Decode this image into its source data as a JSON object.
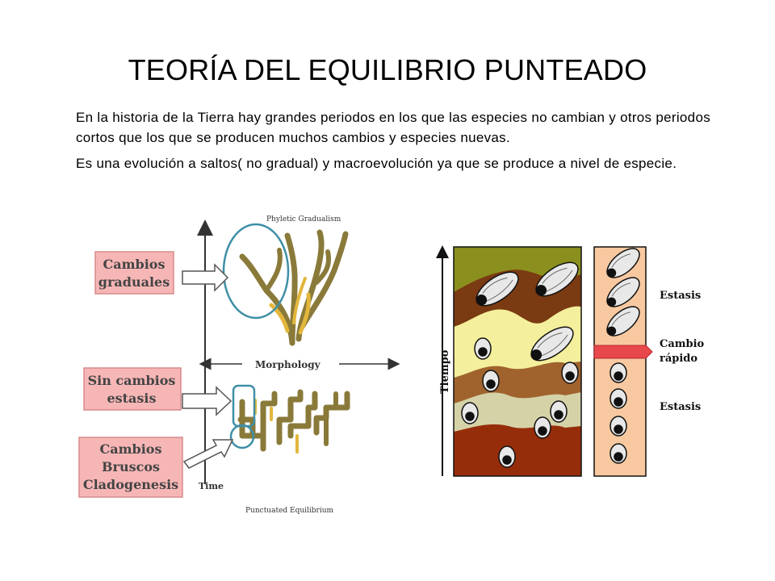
{
  "slide": {
    "title": "TEORÍA DEL EQUILIBRIO PUNTEADO",
    "paragraphs": [
      "En la historia de la Tierra hay grandes periodos en los que las especies no cambian y otros periodos cortos que los que se producen muchos cambios y especies nuevas.",
      "Es una evolución a saltos( no gradual) y macroevolución ya que se produce a nivel de especie."
    ]
  },
  "left_diagram": {
    "top_label": "Phyletic Gradualism",
    "bottom_label": "Punctuated Equilibrium",
    "axis_x_label": "Morphology",
    "axis_y_label": "Time",
    "boxes": [
      {
        "lines": [
          "Cambios",
          "graduales"
        ]
      },
      {
        "lines": [
          "Sin cambios",
          "estasis"
        ]
      },
      {
        "lines": [
          "Cambios",
          "Bruscos",
          "Cladogenesis"
        ]
      }
    ],
    "colors": {
      "box_fill": "#f7b6b6",
      "box_border": "#d98a8a",
      "branch": "#8a7a3a",
      "branch_highlight": "#e3b63c",
      "circle": "#3f8fa6"
    }
  },
  "right_diagram": {
    "axis_label": "Tiempo",
    "labels": {
      "stasis_top": "Estasis",
      "rapid_1": "Cambio",
      "rapid_2": "rápido",
      "stasis_bottom": "Estasis"
    },
    "colors": {
      "layer1": "#8b8f1e",
      "layer2": "#7a3a12",
      "layer3": "#f4ef9c",
      "layer4": "#a0632e",
      "layer5": "#d5d2a8",
      "layer6": "#962d0a",
      "column": "#f8c9a0",
      "arrow": "#e8484b"
    }
  }
}
